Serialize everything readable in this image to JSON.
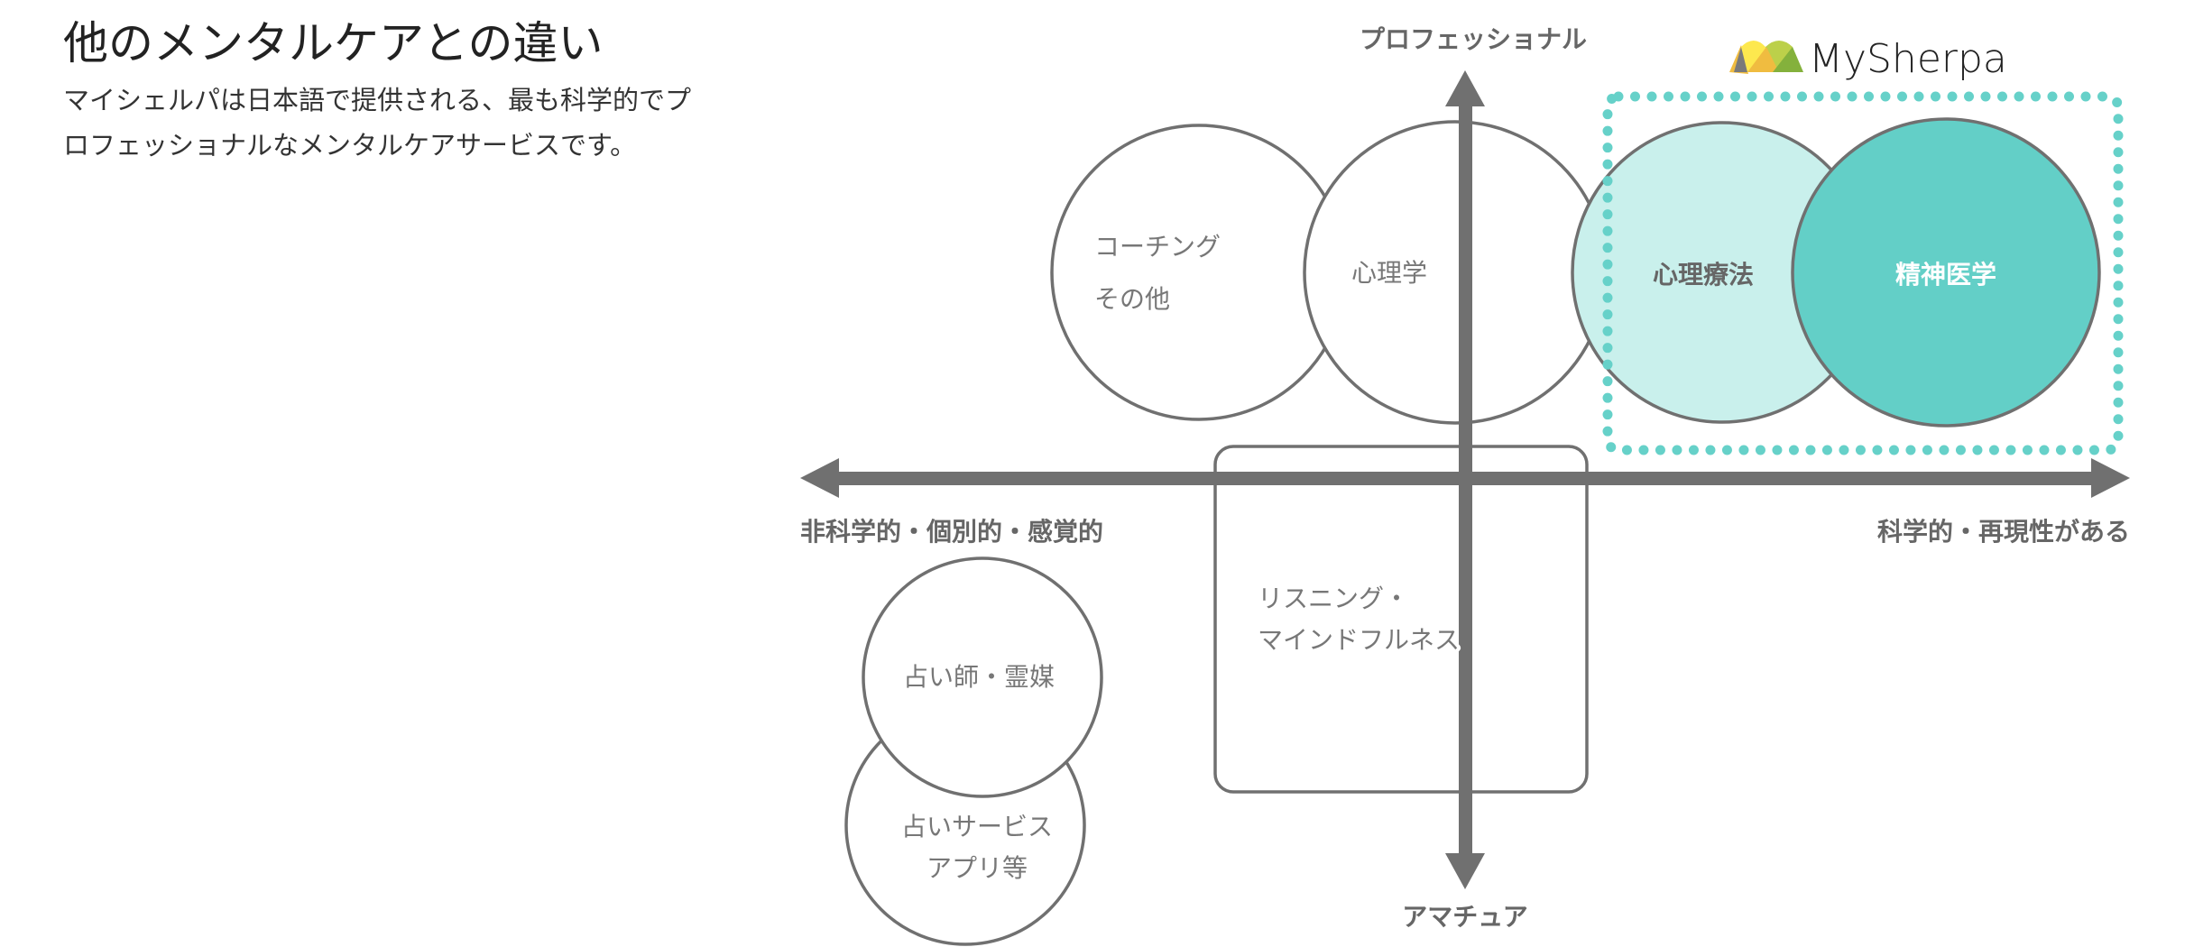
{
  "header": {
    "title": "他のメンタルケアとの違い",
    "description": "マイシェルパは日本語で提供される、最も科学的でプロフェッショナルなメンタルケアサービスです。"
  },
  "logo": {
    "text": "MySherpa"
  },
  "axes": {
    "top": "プロフェッショナル",
    "bottom": "アマチュア",
    "left": "非科学的・個別的・感覚的",
    "right": "科学的・再現性がある"
  },
  "items": {
    "coaching": [
      "コーチング",
      "その他"
    ],
    "psychology": "心理学",
    "psychotherapy": "心理療法",
    "psychiatry": "精神医学",
    "listening": [
      "リスニング・",
      "マインドフルネス"
    ],
    "fortune_teller": "占い師・霊媒",
    "fortune_apps": [
      "占いサービス",
      "アプリ等"
    ]
  },
  "colors": {
    "axis": "#707070",
    "teal_dark": "#63cfc7",
    "teal_light": "#c9f0ec",
    "dots": "#66d1c9"
  }
}
